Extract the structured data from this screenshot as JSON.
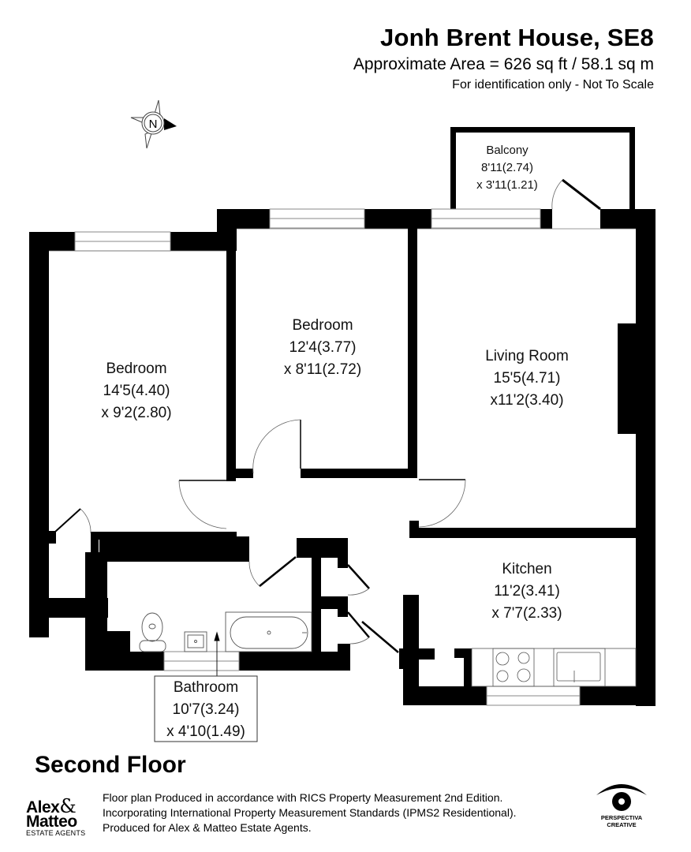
{
  "header": {
    "title": "Jonh Brent House, SE8",
    "area": "Approximate Area = 626 sq ft / 58.1 sq m",
    "disclaimer": "For identification only - Not To Scale"
  },
  "compass": {
    "label": "N"
  },
  "rooms": {
    "balcony": {
      "name": "Balcony",
      "dim1": "8'11(2.74)",
      "dim2": "x 3'11(1.21)"
    },
    "bedroom1": {
      "name": "Bedroom",
      "dim1": "14'5(4.40)",
      "dim2": "x 9'2(2.80)"
    },
    "bedroom2": {
      "name": "Bedroom",
      "dim1": "12'4(3.77)",
      "dim2": "x 8'11(2.72)"
    },
    "living_room": {
      "name": "Living Room",
      "dim1": "15'5(4.71)",
      "dim2": "x11'2(3.40)"
    },
    "kitchen": {
      "name": "Kitchen",
      "dim1": "11'2(3.41)",
      "dim2": "x 7'7(2.33)"
    },
    "bathroom": {
      "name": "Bathroom",
      "dim1": "10'7(3.24)",
      "dim2": "x 4'10(1.49)"
    }
  },
  "floor": {
    "name": "Second Floor"
  },
  "footer": {
    "line1": "Floor plan Produced in accordance with RICS Property Measurement 2nd Edition.",
    "line2": "Incorporating International Property Measurement Standards (IPMS2  Residentional).",
    "line3": "Produced for Alex & Matteo Estate Agents."
  },
  "logos": {
    "agent": {
      "line1": "Alex",
      "amp": "&",
      "line2": "Matteo",
      "line3": "ESTATE AGENTS"
    },
    "creator": {
      "line1": "PERSPECTIVA",
      "line2": "CREATIVE"
    }
  },
  "colors": {
    "wall": "#000000",
    "background": "#ffffff",
    "fixture_line": "#555555"
  }
}
